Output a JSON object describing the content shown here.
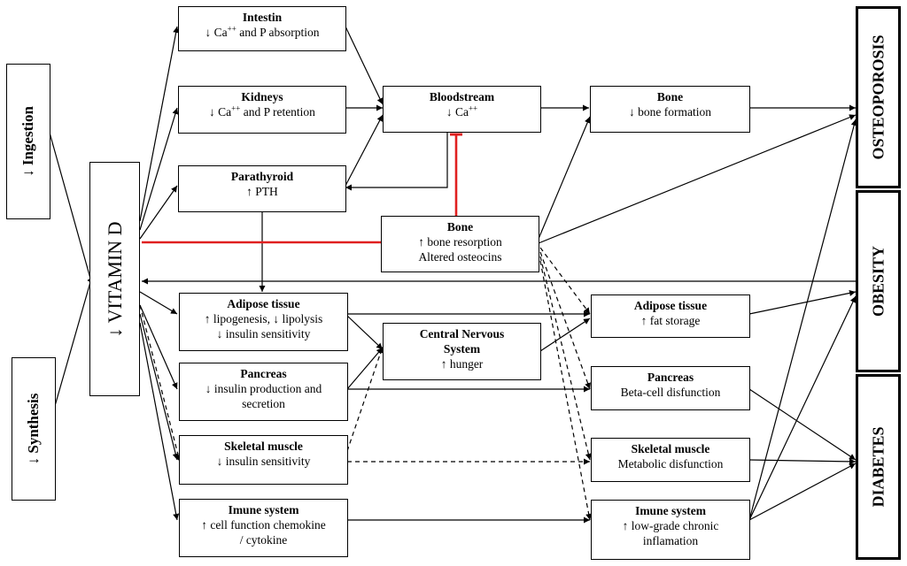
{
  "sources": {
    "ingestion": "↓ Ingestion",
    "synthesis": "↓ Synthesis"
  },
  "vitamin_d": "↓ VITAMIN D",
  "left_column": {
    "intestin": {
      "title": "Intestin",
      "line1_pre": "↓ Ca",
      "line1_sup": "++",
      "line1_post": " and P absorption"
    },
    "kidneys": {
      "title": "Kidneys",
      "line1_pre": "↓ Ca",
      "line1_sup": "++",
      "line1_post": " and P retention"
    },
    "parathyroid": {
      "title": "Parathyroid",
      "line1": "↑ PTH"
    },
    "adipose": {
      "title": "Adipose tissue",
      "line1": "↑ lipogenesis, ↓ lipolysis",
      "line2": "↓ insulin sensitivity"
    },
    "pancreas": {
      "title": "Pancreas",
      "line1": "↓ insulin production and",
      "line2": "secretion"
    },
    "muscle": {
      "title": "Skeletal muscle",
      "line1": "↓ insulin sensitivity"
    },
    "immune": {
      "title": "Imune system",
      "line1": "↑ cell function chemokine",
      "line2": "/ cytokine"
    }
  },
  "middle_column": {
    "bloodstream": {
      "title": "Bloodstream",
      "line1_pre": "↓ Ca",
      "line1_sup": "++"
    },
    "bone_resorption": {
      "title": "Bone",
      "line1": "↑ bone resorption",
      "line2": "Altered osteocins"
    },
    "cns": {
      "title_line1": "Central Nervous",
      "title_line2": "System",
      "line1": "↑ hunger"
    }
  },
  "right_column": {
    "bone_formation": {
      "title": "Bone",
      "line1": "↓ bone formation"
    },
    "adipose": {
      "title": "Adipose tissue",
      "line1": "↑ fat storage"
    },
    "pancreas": {
      "title": "Pancreas",
      "line1": "Beta-cell disfunction"
    },
    "muscle": {
      "title": "Skeletal muscle",
      "line1": "Metabolic disfunction"
    },
    "immune": {
      "title": "Imune system",
      "line1": "↑ low-grade chronic",
      "line2": "inflamation"
    }
  },
  "outcomes": {
    "osteoporosis": "OSTEOPOROSIS",
    "obesity": "OBESITY",
    "diabetes": "DIABETES"
  },
  "colors": {
    "line": "#000000",
    "inhibition": "#e02020"
  }
}
